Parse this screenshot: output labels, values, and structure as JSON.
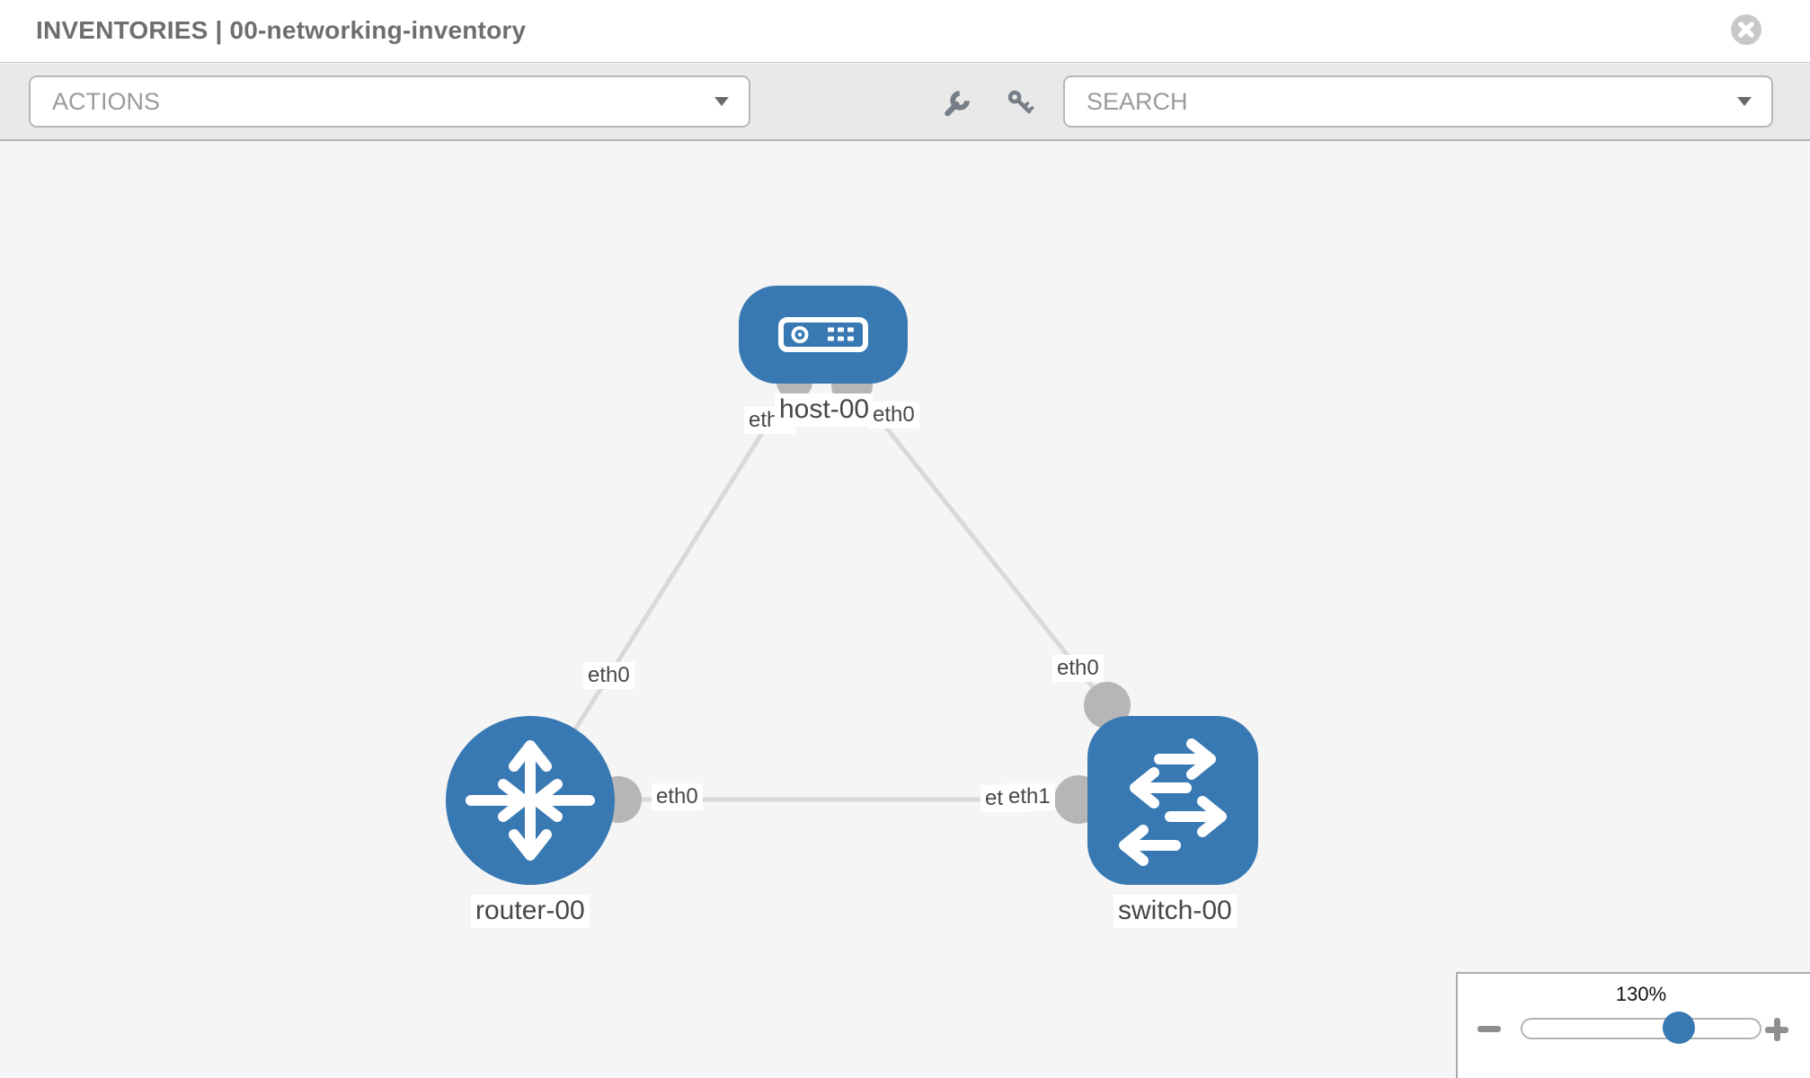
{
  "header": {
    "title": "INVENTORIES | 00-networking-inventory"
  },
  "toolbar": {
    "actions_dropdown": {
      "label": "ACTIONS"
    },
    "tools": [
      {
        "icon": "wrench-icon"
      },
      {
        "icon": "key-icon"
      }
    ],
    "search_dropdown": {
      "placeholder": "SEARCH"
    }
  },
  "topology": {
    "nodes": [
      {
        "label": "host-00",
        "type": "host"
      },
      {
        "label": "router-00",
        "type": "router"
      },
      {
        "label": "switch-00",
        "type": "switch"
      }
    ],
    "links": [
      {
        "from": "router-00",
        "from_if": "eth0",
        "to": "host-00",
        "to_if": "eth0"
      },
      {
        "from": "switch-00",
        "from_if": "eth0",
        "to": "host-00",
        "to_if": "eth0"
      },
      {
        "from": "router-00",
        "from_if": "eth0",
        "to": "switch-00",
        "to_if": "eth1",
        "to_if_overlapped": "eth0"
      }
    ]
  },
  "zoom_control": {
    "value": "130%"
  },
  "colors": {
    "node_blue": "#3879b3",
    "port_gray": "#b6b6b6",
    "edge_gray": "#d9d9d9",
    "thumb_blue": "#3879b3"
  }
}
